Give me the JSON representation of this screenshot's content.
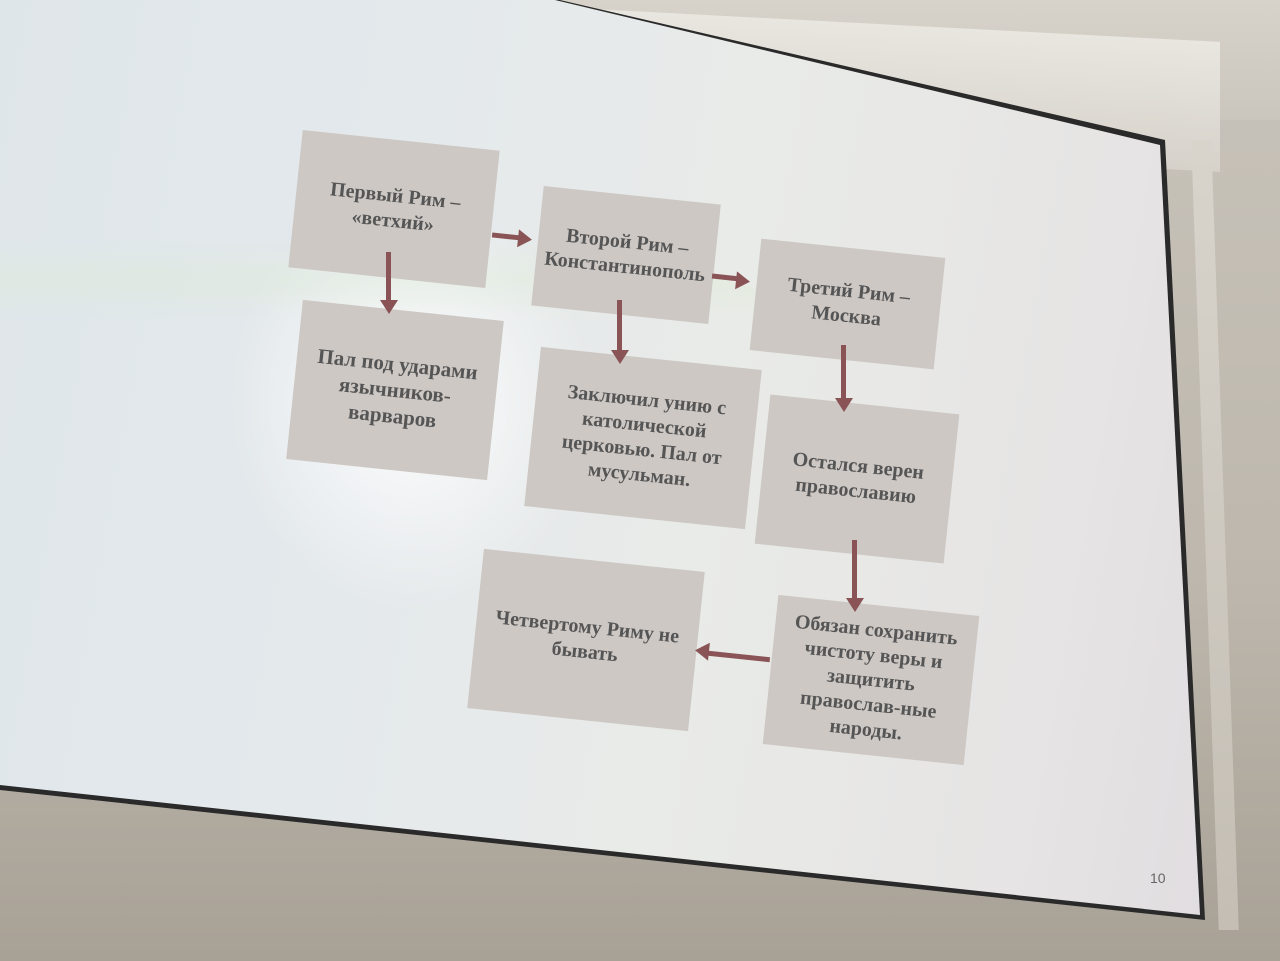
{
  "slide": {
    "boxes": {
      "first_rome": "Первый Рим – «ветхий»",
      "second_rome": "Второй Рим – Константинополь",
      "third_rome": "Третий Рим – Москва",
      "fell_pagans": "Пал под ударами язычников-варваров",
      "union": "Заключил унию с католической церковью. Пал от мусульман.",
      "remained": "Остался верен православию",
      "obliged": "Обязан сохранить чистоту веры и защитить православ-ные народы.",
      "fourth": "Четвертому Риму не бывать"
    },
    "page_number": "10"
  },
  "colors": {
    "box_fill": "#cdc8c4",
    "arrow": "#8a5457",
    "text": "#555555"
  }
}
